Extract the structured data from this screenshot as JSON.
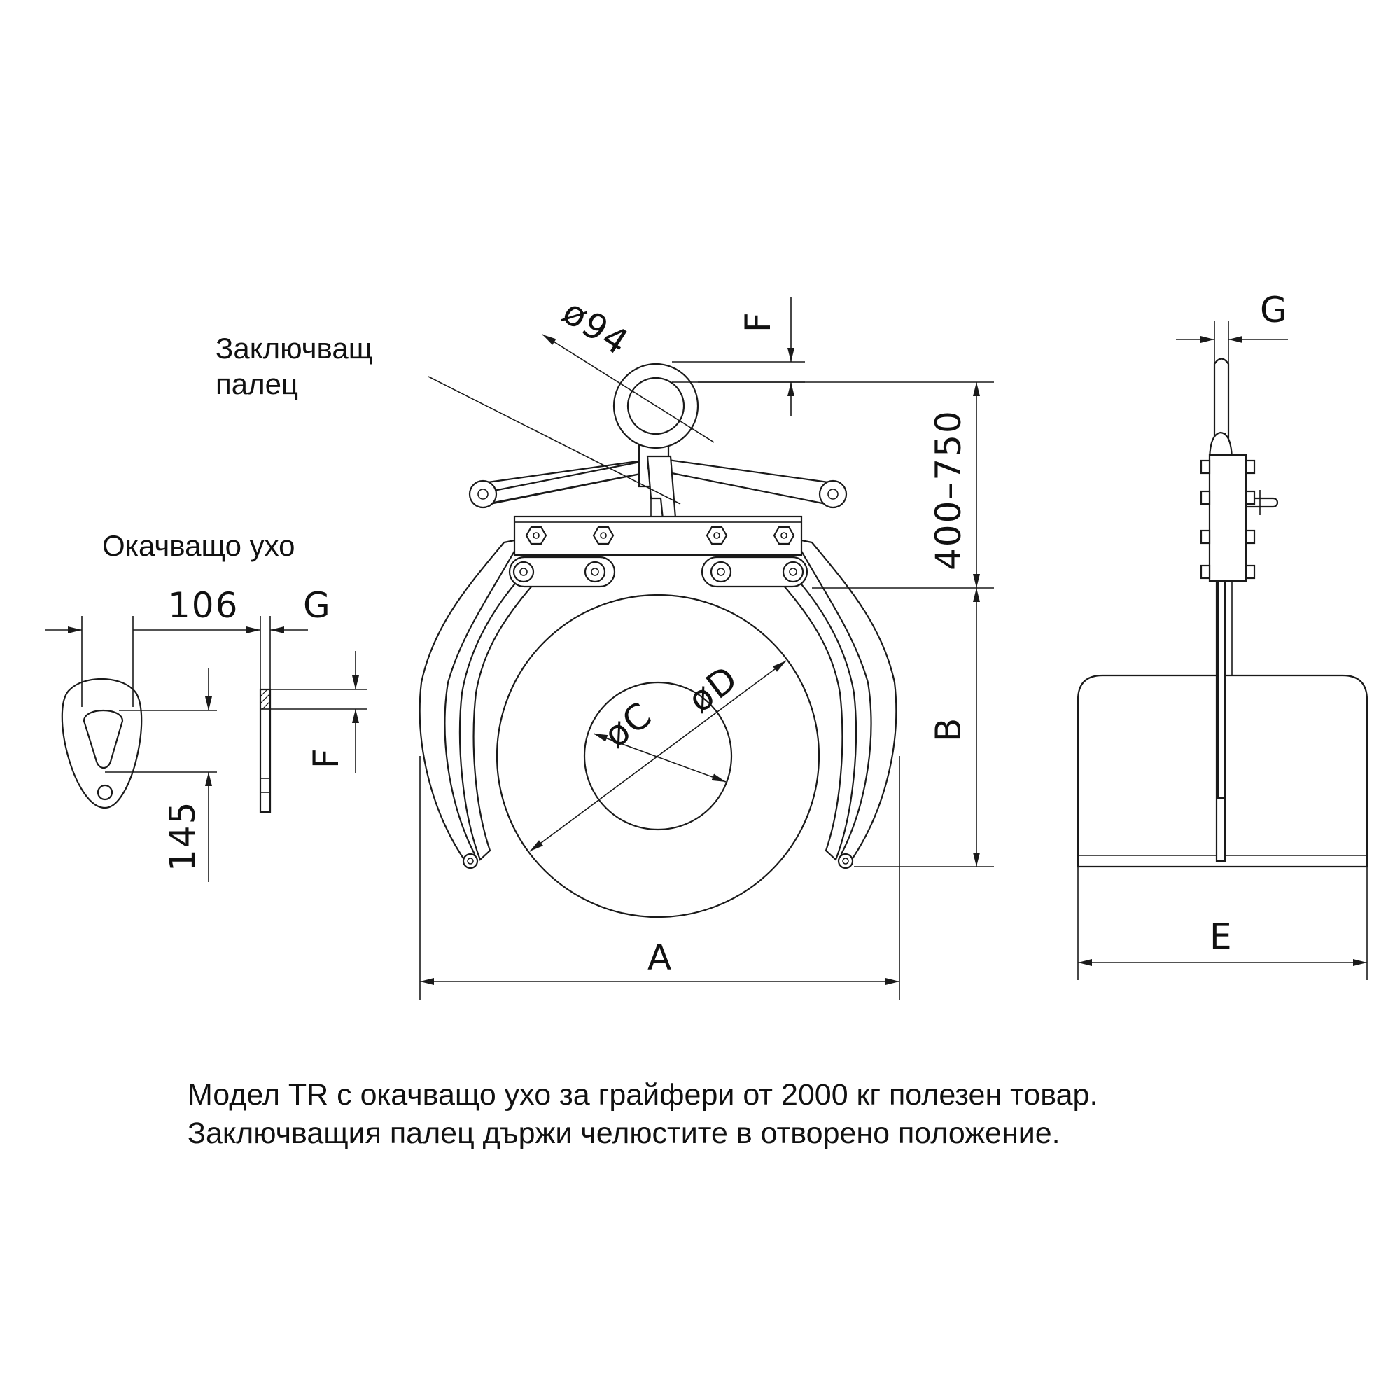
{
  "labels": {
    "locking_pin_line1": "Заключващ",
    "locking_pin_line2": "палец",
    "hanging_eye": "Окачващо ухо"
  },
  "dimensions": {
    "eye_diameter": "ø94",
    "eye_thickness": "F",
    "side_thickness": "G",
    "height_range": "400–750",
    "jaw_height": "B",
    "open_width": "A",
    "inner_diameter": "øC",
    "outer_diameter": "øD",
    "side_width": "E",
    "ear_width": "106",
    "ear_height": "145",
    "ear_thickness": "G",
    "ear_slot": "F"
  },
  "caption": {
    "line1": "Модел TR с окачващо ухо за грайфери от 2000 кг полезен товар.",
    "line2": "Заключващия палец държи челюстите в отворено положение."
  }
}
